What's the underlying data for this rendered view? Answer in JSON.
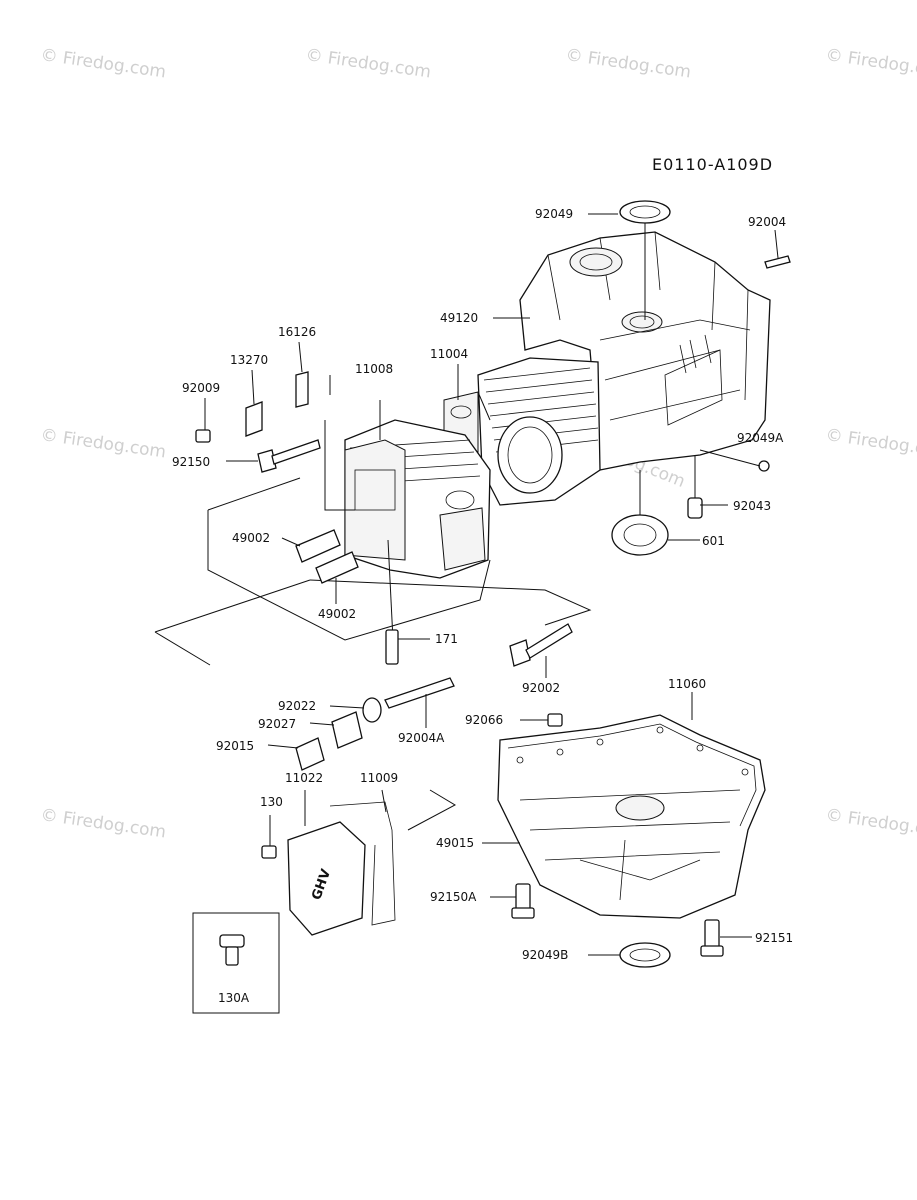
{
  "diagram_code": "E0110-A109D",
  "watermark": "© Firedog.com",
  "parts": {
    "p92049": "92049",
    "p92004": "92004",
    "p49120": "49120",
    "p16126": "16126",
    "p13270": "13270",
    "p11008": "11008",
    "p11004": "11004",
    "p92009": "92009",
    "p92150": "92150",
    "p92049A": "92049A",
    "p92043": "92043",
    "p601": "601",
    "p49002a": "49002",
    "p49002b": "49002",
    "p171": "171",
    "p92002": "92002",
    "p92022": "92022",
    "p92027": "92027",
    "p92004A": "92004A",
    "p92015": "92015",
    "p92066": "92066",
    "p11060": "11060",
    "p11022": "11022",
    "p11009": "11009",
    "p130": "130",
    "p49015": "49015",
    "p92150A": "92150A",
    "p92049B": "92049B",
    "p92151": "92151",
    "p130A": "130A"
  },
  "cover_marking": "GHV"
}
